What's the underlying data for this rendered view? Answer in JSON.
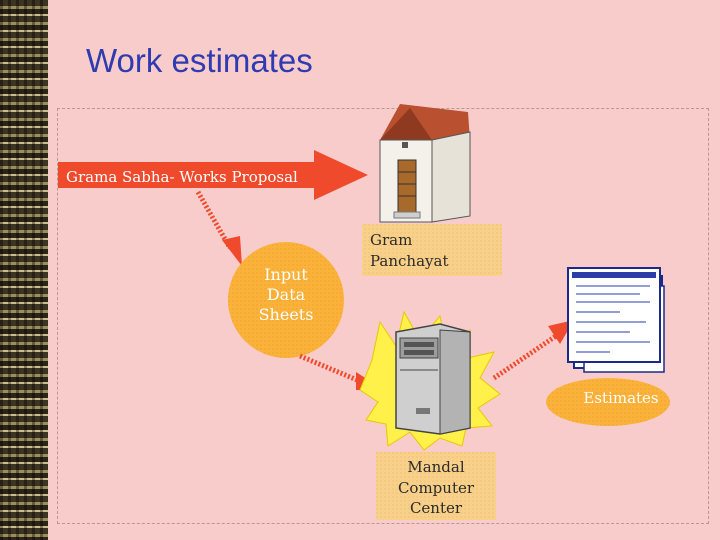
{
  "title": "Work estimates",
  "diagram": {
    "proposal_label": "Grama Sabha- Works Proposal",
    "input_lines": [
      "Input",
      "Data",
      "Sheets"
    ],
    "gram_lines": [
      "Gram",
      "Panchayat"
    ],
    "mandal_lines": [
      "Mandal",
      "Computer",
      "Center"
    ],
    "estimates_label": "Estimates"
  },
  "colors": {
    "title": "#2f3bb0",
    "background": "#f9cccc",
    "arrow_red": "#f04a2c",
    "ellipse_orange": "#fbb23a",
    "label_box": "#f8d08a"
  }
}
